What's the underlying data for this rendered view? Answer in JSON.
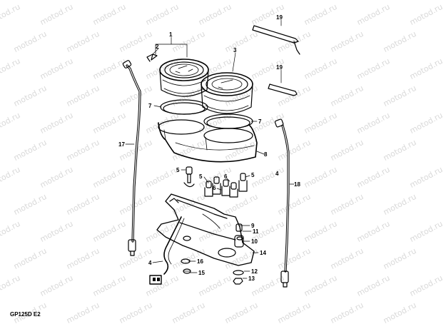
{
  "caption": "GP125D E2",
  "watermark": "motod.ru",
  "callouts": [
    "1",
    "2",
    "3",
    "7",
    "7",
    "8",
    "5",
    "5",
    "6",
    "5",
    "6",
    "4",
    "17",
    "18",
    "19",
    "19",
    "9",
    "11",
    "10",
    "14",
    "4",
    "16",
    "15",
    "12",
    "13"
  ],
  "colors": {
    "line": "#000000",
    "watermark": "#d9d9d9",
    "background": "#ffffff"
  }
}
